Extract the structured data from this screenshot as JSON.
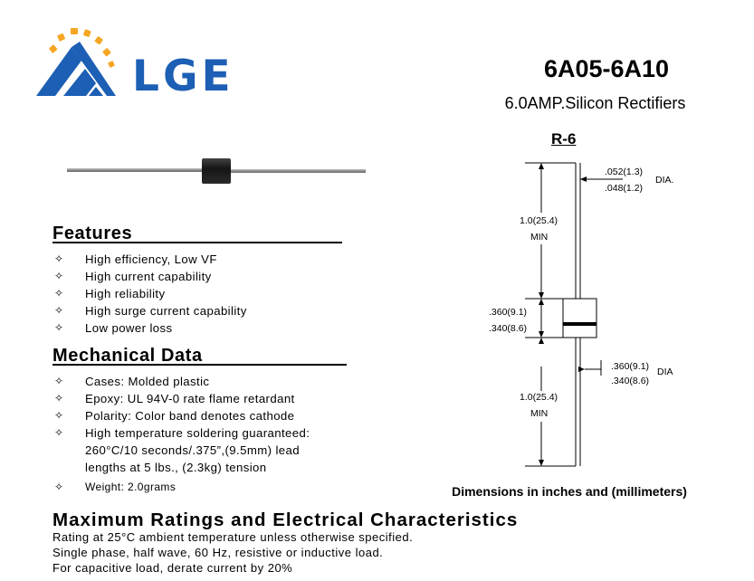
{
  "brand": {
    "logo_text": "LGE",
    "primary_color": "#1c5fb4",
    "accent_color": "#f5a623"
  },
  "header": {
    "part_range": "6A05-6A10",
    "description": "6.0AMP.Silicon Rectifiers"
  },
  "features": {
    "heading": "Features",
    "items": [
      "High efficiency, Low VF",
      "High current capability",
      "High reliability",
      "High surge current capability",
      "Low power loss"
    ]
  },
  "mechanical": {
    "heading": "Mechanical Data",
    "items": [
      "Cases: Molded plastic",
      "Epoxy: UL 94V-0 rate flame retardant",
      "Polarity: Color band denotes cathode",
      "High temperature soldering guaranteed:\n260°C/10 seconds/.375”,(9.5mm) lead\nlengths at 5 lbs., (2.3kg) tension",
      "Weight: 2.0grams"
    ]
  },
  "bullet_symbol": "✧",
  "diagram": {
    "package": "R-6",
    "lead_dia_max": ".052(1.3)",
    "lead_dia_min": ".048(1.2)",
    "dia_label": "DIA.",
    "lead_len_top": "1.0(25.4)",
    "min_top": "MIN",
    "body_len_max": ".360(9.1)",
    "body_len_min": ".340(8.6)",
    "body_dia_max": ".360(9.1)",
    "body_dia_min": ".340(8.6)",
    "body_dia_label": "DIA",
    "lead_len_bottom": "1.0(25.4)",
    "min_bottom": "MIN",
    "caption": "Dimensions in inches and (millimeters)"
  },
  "ratings": {
    "heading": "Maximum Ratings and Electrical Characteristics",
    "lines": [
      "Rating at 25°C ambient temperature unless otherwise specified.",
      "Single phase, half wave, 60 Hz, resistive or inductive load.",
      "For capacitive load, derate current by 20%"
    ]
  }
}
